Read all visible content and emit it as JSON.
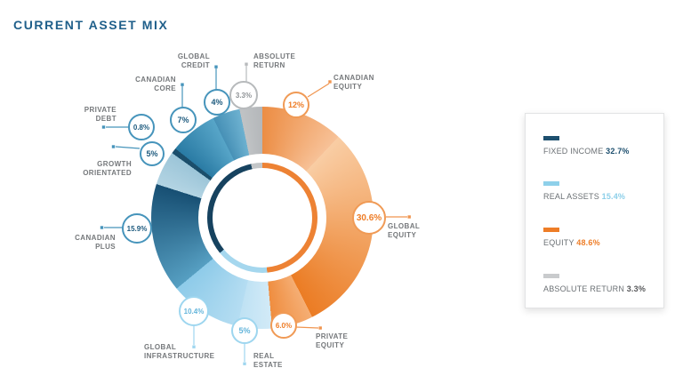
{
  "title": "CURRENT ASSET MIX",
  "colors": {
    "title": "#1f5f8a",
    "fixed_income": "#1d4f6e",
    "fixed_income_accent": "#4694bb",
    "real_assets": "#8ed0ea",
    "equity": "#ee7d27",
    "absolute_return": "#b7babc",
    "label_text": "#75787b"
  },
  "chart_data": {
    "type": "pie",
    "subtype": "donut",
    "title": "CURRENT ASSET MIX",
    "units": "%",
    "start_angle_deg": 0,
    "direction": "clockwise",
    "segments": [
      {
        "label": "CANADIAN EQUITY",
        "value": 12,
        "display": "12%",
        "group": "Equity",
        "color_start": "#ec8d44",
        "color_end": "#f7c197"
      },
      {
        "label": "GLOBAL EQUITY",
        "value": 30.6,
        "display": "30.6%",
        "group": "Equity",
        "color_start": "#f9cda4",
        "color_end": "#eb7c24"
      },
      {
        "label": "PRIVATE EQUITY",
        "value": 6.0,
        "display": "6.0%",
        "group": "Equity",
        "color_start": "#f5ae74",
        "color_end": "#ef8d3f"
      },
      {
        "label": "REAL ESTATE",
        "value": 5,
        "display": "5%",
        "group": "Real Assets",
        "color_start": "#d2eaf7",
        "color_end": "#bfe2f4"
      },
      {
        "label": "GLOBAL INFRASTRUCTURE",
        "value": 10.4,
        "display": "10.4%",
        "group": "Real Assets",
        "color_start": "#b5ddf2",
        "color_end": "#8ecbe9"
      },
      {
        "label": "CANADIAN PLUS",
        "value": 15.9,
        "display": "15.9%",
        "group": "Fixed Income",
        "color_start": "#569fc2",
        "color_end": "#174f73"
      },
      {
        "label": "GROWTH ORIENTATED",
        "value": 5,
        "display": "5%",
        "group": "Fixed Income",
        "color_start": "#b3d4e3",
        "color_end": "#9cc5d8"
      },
      {
        "label": "PRIVATE DEBT",
        "value": 0.8,
        "display": "0.8%",
        "group": "Fixed Income",
        "color_start": "#1b4e6b",
        "color_end": "#1b4e6b"
      },
      {
        "label": "CANADIAN CORE",
        "value": 7,
        "display": "7%",
        "group": "Fixed Income",
        "color_start": "#2a7ba4",
        "color_end": "#57a5c8"
      },
      {
        "label": "GLOBAL CREDIT",
        "value": 4,
        "display": "4%",
        "group": "Fixed Income",
        "color_start": "#4690b6",
        "color_end": "#6db1d0"
      },
      {
        "label": "ABSOLUTE RETURN",
        "value": 3.3,
        "display": "3.3%",
        "group": "Absolute Return",
        "color_start": "#c0c3c5",
        "color_end": "#b4b7ba"
      }
    ],
    "inner_ring": [
      {
        "label": "Equity",
        "value": 48.6,
        "color": "#ed8234"
      },
      {
        "label": "Real Assets",
        "value": 15.4,
        "color": "#a5d7ee"
      },
      {
        "label": "Fixed Income",
        "value": 32.7,
        "color": "#16425f"
      },
      {
        "label": "Absolute Return",
        "value": 3.3,
        "color": "#c3c6c8"
      }
    ],
    "legend_position": "right"
  },
  "legend": {
    "items": [
      {
        "label": "FIXED INCOME",
        "value": "32.7%",
        "color": "#1d4f6e",
        "value_color": "#1d4f6e"
      },
      {
        "label": "REAL ASSETS",
        "value": "15.4%",
        "color": "#8ed0ea",
        "value_color": "#8ccfe9"
      },
      {
        "label": "EQUITY",
        "value": "48.6%",
        "color": "#ee7d27",
        "value_color": "#ee7d27"
      },
      {
        "label": "ABSOLUTE RETURN",
        "value": "3.3%",
        "color": "#c9cbcd",
        "value_color": "#58595b"
      }
    ]
  }
}
